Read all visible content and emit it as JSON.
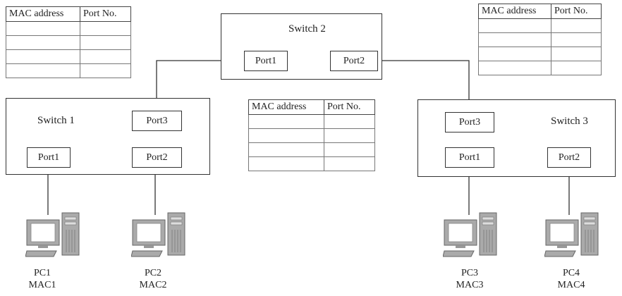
{
  "switches": {
    "switch1": {
      "title": "Switch 1",
      "ports": [
        "Port3",
        "Port1",
        "Port2"
      ]
    },
    "switch2": {
      "title": "Switch 2",
      "ports": [
        "Port1",
        "Port2"
      ]
    },
    "switch3": {
      "title": "Switch 3",
      "ports": [
        "Port3",
        "Port1",
        "Port2"
      ]
    }
  },
  "mac_tables": [
    {
      "headers": [
        "MAC address",
        "Port No."
      ],
      "empty_rows": 4
    },
    {
      "headers": [
        "MAC address",
        "Port No."
      ],
      "empty_rows": 4
    },
    {
      "headers": [
        "MAC address",
        "Port No."
      ],
      "empty_rows": 4
    }
  ],
  "pcs": [
    {
      "name": "PC1",
      "mac": "MAC1"
    },
    {
      "name": "PC2",
      "mac": "MAC2"
    },
    {
      "name": "PC3",
      "mac": "MAC3"
    },
    {
      "name": "PC4",
      "mac": "MAC4"
    }
  ],
  "colors": {
    "line": "#333333",
    "pc_body": "#aaaaaa",
    "pc_screen": "#ffffff"
  }
}
